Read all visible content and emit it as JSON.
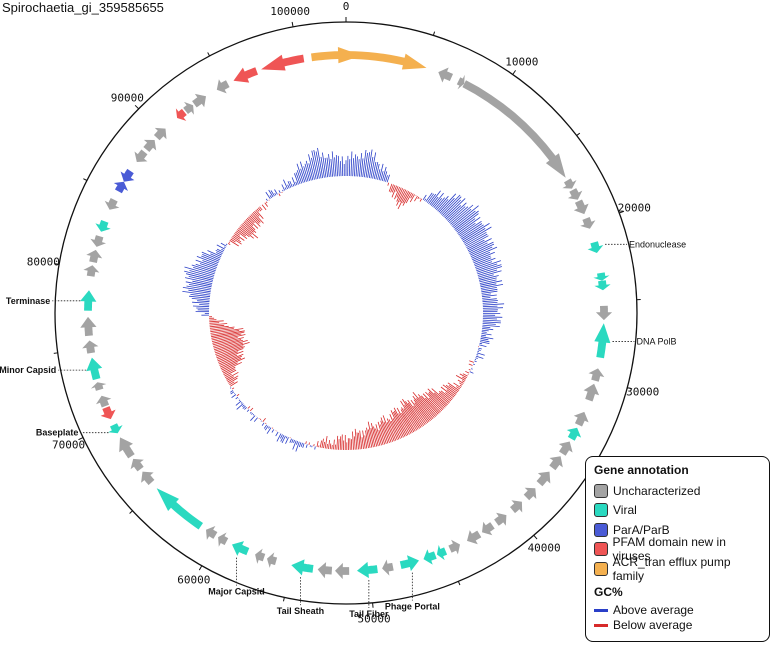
{
  "title": "Spirochaetia_gi_359585655",
  "genome_length": 103000,
  "tick_labels": [
    "0",
    "10000",
    "20000",
    "30000",
    "40000",
    "50000",
    "60000",
    "70000",
    "80000",
    "90000",
    "100000"
  ],
  "colors": {
    "uncharacterized": "#a3a3a3",
    "viral": "#2ad9c0",
    "parab": "#4a5bd6",
    "pfam": "#ef5555",
    "acr": "#f4b04f",
    "gc_above": "#2a3fc8",
    "gc_below": "#d72a2a"
  },
  "genes": [
    {
      "start": 100,
      "end": 5200,
      "strand": "+",
      "cat": "acr"
    },
    {
      "start": 100800,
      "end": 104000,
      "strand": "+",
      "cat": "acr"
    },
    {
      "start": 97500,
      "end": 100300,
      "strand": "-",
      "cat": "pfam"
    },
    {
      "start": 95600,
      "end": 97200,
      "strand": "-",
      "cat": "pfam"
    },
    {
      "start": 94400,
      "end": 95200,
      "strand": "-",
      "cat": "uncharacterized"
    },
    {
      "start": 92700,
      "end": 93600,
      "strand": "+",
      "cat": "uncharacterized"
    },
    {
      "start": 92000,
      "end": 92600,
      "strand": "+",
      "cat": "uncharacterized"
    },
    {
      "start": 91300,
      "end": 91900,
      "strand": "-",
      "cat": "pfam"
    },
    {
      "start": 89500,
      "end": 90300,
      "strand": "+",
      "cat": "uncharacterized"
    },
    {
      "start": 88500,
      "end": 89300,
      "strand": "+",
      "cat": "uncharacterized"
    },
    {
      "start": 87500,
      "end": 88300,
      "strand": "-",
      "cat": "uncharacterized"
    },
    {
      "start": 86000,
      "end": 86800,
      "strand": "-",
      "cat": "parab"
    },
    {
      "start": 85300,
      "end": 86000,
      "strand": "+",
      "cat": "parab"
    },
    {
      "start": 84000,
      "end": 84700,
      "strand": "-",
      "cat": "uncharacterized"
    },
    {
      "start": 82500,
      "end": 83200,
      "strand": "-",
      "cat": "viral"
    },
    {
      "start": 81500,
      "end": 82200,
      "strand": "-",
      "cat": "uncharacterized"
    },
    {
      "start": 80500,
      "end": 81300,
      "strand": "+",
      "cat": "uncharacterized"
    },
    {
      "start": 79600,
      "end": 80300,
      "strand": "+",
      "cat": "uncharacterized"
    },
    {
      "start": 77400,
      "end": 78700,
      "strand": "+",
      "cat": "viral"
    },
    {
      "start": 75800,
      "end": 77000,
      "strand": "+",
      "cat": "uncharacterized"
    },
    {
      "start": 74700,
      "end": 75500,
      "strand": "+",
      "cat": "uncharacterized"
    },
    {
      "start": 73000,
      "end": 74400,
      "strand": "+",
      "cat": "viral"
    },
    {
      "start": 72300,
      "end": 72800,
      "strand": "+",
      "cat": "uncharacterized"
    },
    {
      "start": 71200,
      "end": 71900,
      "strand": "+",
      "cat": "uncharacterized"
    },
    {
      "start": 70300,
      "end": 71100,
      "strand": "-",
      "cat": "pfam"
    },
    {
      "start": 69300,
      "end": 69900,
      "strand": "-",
      "cat": "viral"
    },
    {
      "start": 67600,
      "end": 69000,
      "strand": "+",
      "cat": "uncharacterized"
    },
    {
      "start": 66600,
      "end": 67400,
      "strand": "+",
      "cat": "uncharacterized"
    },
    {
      "start": 65500,
      "end": 66400,
      "strand": "+",
      "cat": "uncharacterized"
    },
    {
      "start": 61300,
      "end": 65000,
      "strand": "+",
      "cat": "viral"
    },
    {
      "start": 60200,
      "end": 60900,
      "strand": "+",
      "cat": "uncharacterized"
    },
    {
      "start": 59400,
      "end": 60000,
      "strand": "+",
      "cat": "uncharacterized"
    },
    {
      "start": 57900,
      "end": 59000,
      "strand": "+",
      "cat": "viral"
    },
    {
      "start": 56800,
      "end": 57400,
      "strand": "+",
      "cat": "uncharacterized"
    },
    {
      "start": 56000,
      "end": 56600,
      "strand": "+",
      "cat": "uncharacterized"
    },
    {
      "start": 53600,
      "end": 55000,
      "strand": "+",
      "cat": "viral"
    },
    {
      "start": 52400,
      "end": 53300,
      "strand": "+",
      "cat": "uncharacterized"
    },
    {
      "start": 51300,
      "end": 52200,
      "strand": "+",
      "cat": "uncharacterized"
    },
    {
      "start": 49500,
      "end": 50800,
      "strand": "+",
      "cat": "viral"
    },
    {
      "start": 48500,
      "end": 49200,
      "strand": "+",
      "cat": "uncharacterized"
    },
    {
      "start": 46800,
      "end": 48000,
      "strand": "-",
      "cat": "viral"
    },
    {
      "start": 45700,
      "end": 46500,
      "strand": "+",
      "cat": "viral"
    },
    {
      "start": 45000,
      "end": 45600,
      "strand": "+",
      "cat": "viral"
    },
    {
      "start": 44000,
      "end": 44700,
      "strand": "-",
      "cat": "uncharacterized"
    },
    {
      "start": 42600,
      "end": 43500,
      "strand": "+",
      "cat": "uncharacterized"
    },
    {
      "start": 41600,
      "end": 42400,
      "strand": "+",
      "cat": "uncharacterized"
    },
    {
      "start": 40500,
      "end": 41300,
      "strand": "-",
      "cat": "uncharacterized"
    },
    {
      "start": 39200,
      "end": 40000,
      "strand": "-",
      "cat": "uncharacterized"
    },
    {
      "start": 38000,
      "end": 38800,
      "strand": "-",
      "cat": "uncharacterized"
    },
    {
      "start": 36600,
      "end": 37600,
      "strand": "-",
      "cat": "uncharacterized"
    },
    {
      "start": 35400,
      "end": 36300,
      "strand": "-",
      "cat": "uncharacterized"
    },
    {
      "start": 34300,
      "end": 35200,
      "strand": "-",
      "cat": "uncharacterized"
    },
    {
      "start": 33300,
      "end": 34100,
      "strand": "-",
      "cat": "viral"
    },
    {
      "start": 32200,
      "end": 33100,
      "strand": "-",
      "cat": "uncharacterized"
    },
    {
      "start": 30300,
      "end": 31400,
      "strand": "-",
      "cat": "uncharacterized"
    },
    {
      "start": 29300,
      "end": 30100,
      "strand": "-",
      "cat": "uncharacterized"
    },
    {
      "start": 26400,
      "end": 28600,
      "strand": "-",
      "cat": "viral"
    },
    {
      "start": 25300,
      "end": 26200,
      "strand": "+",
      "cat": "uncharacterized"
    },
    {
      "start": 23700,
      "end": 24300,
      "strand": "+",
      "cat": "viral"
    },
    {
      "start": 23200,
      "end": 23700,
      "strand": "+",
      "cat": "viral"
    },
    {
      "start": 21200,
      "end": 21900,
      "strand": "+",
      "cat": "viral"
    },
    {
      "start": 19600,
      "end": 20300,
      "strand": "+",
      "cat": "uncharacterized"
    },
    {
      "start": 18400,
      "end": 19300,
      "strand": "+",
      "cat": "uncharacterized"
    },
    {
      "start": 17600,
      "end": 18300,
      "strand": "+",
      "cat": "uncharacterized"
    },
    {
      "start": 16900,
      "end": 17500,
      "strand": "+",
      "cat": "uncharacterized"
    },
    {
      "start": 7800,
      "end": 16700,
      "strand": "+",
      "cat": "uncharacterized"
    },
    {
      "start": 7400,
      "end": 7800,
      "strand": "+",
      "cat": "uncharacterized"
    },
    {
      "start": 6000,
      "end": 6900,
      "strand": "-",
      "cat": "uncharacterized"
    }
  ],
  "annotations": [
    {
      "label": "Endonuclease",
      "pos": 21500,
      "bold": false,
      "side": "right"
    },
    {
      "label": "DNA PolB",
      "pos": 27500,
      "bold": false,
      "side": "right"
    },
    {
      "label": "Phage Portal",
      "pos": 47400,
      "bold": true,
      "side": "below"
    },
    {
      "label": "Tail Fiber",
      "pos": 50100,
      "bold": true,
      "side": "below"
    },
    {
      "label": "Tail Sheath",
      "pos": 54300,
      "bold": true,
      "side": "below"
    },
    {
      "label": "Major Capsid",
      "pos": 58400,
      "bold": true,
      "side": "below"
    },
    {
      "label": "Baseplate",
      "pos": 69600,
      "bold": true,
      "side": "left"
    },
    {
      "label": "Minor Capsid",
      "pos": 73700,
      "bold": true,
      "side": "left"
    },
    {
      "label": "Terminase",
      "pos": 78000,
      "bold": true,
      "side": "left"
    }
  ],
  "gc_profile": [
    {
      "pos": 0,
      "dev": 0.35
    },
    {
      "pos": 1000,
      "dev": 0.45
    },
    {
      "pos": 2000,
      "dev": 0.55
    },
    {
      "pos": 3000,
      "dev": 0.5
    },
    {
      "pos": 4000,
      "dev": 0.3
    },
    {
      "pos": 5000,
      "dev": 0.1
    },
    {
      "pos": 6000,
      "dev": -0.2
    },
    {
      "pos": 7000,
      "dev": -0.35
    },
    {
      "pos": 8000,
      "dev": -0.3
    },
    {
      "pos": 9000,
      "dev": -0.1
    },
    {
      "pos": 10000,
      "dev": 0.15
    },
    {
      "pos": 11000,
      "dev": 0.3
    },
    {
      "pos": 12000,
      "dev": 0.45
    },
    {
      "pos": 13000,
      "dev": 0.55
    },
    {
      "pos": 14000,
      "dev": 0.6
    },
    {
      "pos": 15000,
      "dev": 0.62
    },
    {
      "pos": 16000,
      "dev": 0.58
    },
    {
      "pos": 17000,
      "dev": 0.6
    },
    {
      "pos": 18000,
      "dev": 0.55
    },
    {
      "pos": 19000,
      "dev": 0.5
    },
    {
      "pos": 20000,
      "dev": 0.48
    },
    {
      "pos": 21000,
      "dev": 0.5
    },
    {
      "pos": 22000,
      "dev": 0.45
    },
    {
      "pos": 23000,
      "dev": 0.35
    },
    {
      "pos": 24000,
      "dev": 0.3
    },
    {
      "pos": 25000,
      "dev": 0.35
    },
    {
      "pos": 26000,
      "dev": 0.4
    },
    {
      "pos": 27000,
      "dev": 0.3
    },
    {
      "pos": 28000,
      "dev": 0.2
    },
    {
      "pos": 29000,
      "dev": 0.15
    },
    {
      "pos": 30000,
      "dev": 0.1
    },
    {
      "pos": 31000,
      "dev": 0.05
    },
    {
      "pos": 32000,
      "dev": 0.02
    },
    {
      "pos": 33000,
      "dev": -0.05
    },
    {
      "pos": 34000,
      "dev": -0.1
    },
    {
      "pos": 35000,
      "dev": -0.15
    },
    {
      "pos": 36000,
      "dev": -0.25
    },
    {
      "pos": 37000,
      "dev": -0.35
    },
    {
      "pos": 38000,
      "dev": -0.45
    },
    {
      "pos": 39000,
      "dev": -0.55
    },
    {
      "pos": 40000,
      "dev": -0.6
    },
    {
      "pos": 41000,
      "dev": -0.62
    },
    {
      "pos": 42000,
      "dev": -0.65
    },
    {
      "pos": 43000,
      "dev": -0.62
    },
    {
      "pos": 44000,
      "dev": -0.58
    },
    {
      "pos": 45000,
      "dev": -0.55
    },
    {
      "pos": 46000,
      "dev": -0.5
    },
    {
      "pos": 47000,
      "dev": -0.48
    },
    {
      "pos": 48000,
      "dev": -0.45
    },
    {
      "pos": 49000,
      "dev": -0.4
    },
    {
      "pos": 50000,
      "dev": -0.35
    },
    {
      "pos": 51000,
      "dev": -0.3
    },
    {
      "pos": 52000,
      "dev": -0.25
    },
    {
      "pos": 53000,
      "dev": -0.2
    },
    {
      "pos": 54000,
      "dev": -0.15
    },
    {
      "pos": 55000,
      "dev": -0.1
    },
    {
      "pos": 56000,
      "dev": 0.05
    },
    {
      "pos": 57000,
      "dev": 0.1
    },
    {
      "pos": 58000,
      "dev": 0.12
    },
    {
      "pos": 59000,
      "dev": 0.1
    },
    {
      "pos": 60000,
      "dev": 0.08
    },
    {
      "pos": 61000,
      "dev": 0.05
    },
    {
      "pos": 62000,
      "dev": 0.03
    },
    {
      "pos": 63000,
      "dev": 0.02
    },
    {
      "pos": 64000,
      "dev": 0.03
    },
    {
      "pos": 65000,
      "dev": 0.05
    },
    {
      "pos": 66000,
      "dev": 0.08
    },
    {
      "pos": 67000,
      "dev": 0.05
    },
    {
      "pos": 68000,
      "dev": -0.1
    },
    {
      "pos": 69000,
      "dev": -0.25
    },
    {
      "pos": 70000,
      "dev": -0.4
    },
    {
      "pos": 71000,
      "dev": -0.55
    },
    {
      "pos": 72000,
      "dev": -0.65
    },
    {
      "pos": 73000,
      "dev": -0.7
    },
    {
      "pos": 74000,
      "dev": -0.72
    },
    {
      "pos": 75000,
      "dev": -0.6
    },
    {
      "pos": 76000,
      "dev": -0.3
    },
    {
      "pos": 77000,
      "dev": 0.1
    },
    {
      "pos": 78000,
      "dev": 0.3
    },
    {
      "pos": 79000,
      "dev": 0.45
    },
    {
      "pos": 80000,
      "dev": 0.55
    },
    {
      "pos": 81000,
      "dev": 0.6
    },
    {
      "pos": 82000,
      "dev": 0.55
    },
    {
      "pos": 83000,
      "dev": 0.45
    },
    {
      "pos": 84000,
      "dev": 0.3
    },
    {
      "pos": 85000,
      "dev": 0.15
    },
    {
      "pos": 86000,
      "dev": -0.05
    },
    {
      "pos": 87000,
      "dev": -0.2
    },
    {
      "pos": 88000,
      "dev": -0.3
    },
    {
      "pos": 89000,
      "dev": -0.35
    },
    {
      "pos": 90000,
      "dev": -0.3
    },
    {
      "pos": 91000,
      "dev": -0.2
    },
    {
      "pos": 92000,
      "dev": -0.1
    },
    {
      "pos": 93000,
      "dev": 0.05
    },
    {
      "pos": 94000,
      "dev": 0.1
    },
    {
      "pos": 95000,
      "dev": 0.05
    },
    {
      "pos": 96000,
      "dev": 0.1
    },
    {
      "pos": 97000,
      "dev": 0.2
    },
    {
      "pos": 98000,
      "dev": 0.35
    },
    {
      "pos": 99000,
      "dev": 0.5
    },
    {
      "pos": 100000,
      "dev": 0.6
    },
    {
      "pos": 101000,
      "dev": 0.5
    },
    {
      "pos": 102000,
      "dev": 0.4
    }
  ],
  "legend": {
    "title": "Gene annotation",
    "items": [
      {
        "label": "Uncharacterized",
        "color": "#a3a3a3"
      },
      {
        "label": "Viral",
        "color": "#2ad9c0"
      },
      {
        "label": "ParA/ParB",
        "color": "#4a5bd6"
      },
      {
        "label": "PFAM domain new in viruses",
        "color": "#ef5555"
      },
      {
        "label": "ACR_tran efflux pump family",
        "color": "#f4b04f"
      }
    ],
    "gc_title": "GC%",
    "gc_items": [
      {
        "label": "Above average",
        "color": "#2a3fc8"
      },
      {
        "label": "Below average",
        "color": "#d72a2a"
      }
    ]
  }
}
